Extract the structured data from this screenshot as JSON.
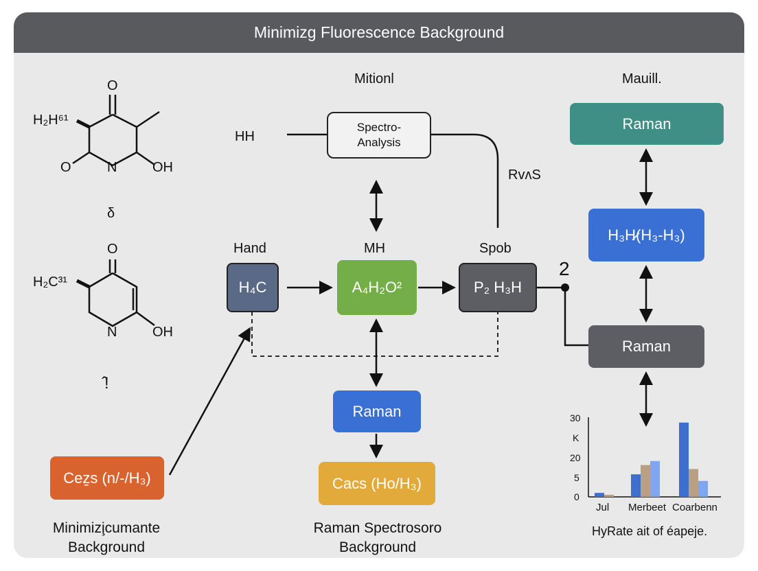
{
  "title": "Minimizg Fluorescence Background",
  "headers": {
    "center": "Mitionl",
    "right": "Mauill."
  },
  "labels": {
    "hh": "HH",
    "rvs": "RvʌS",
    "hand": "Hand",
    "mh": "MH",
    "spob": "Spob",
    "two": "2"
  },
  "boxes": {
    "spectro": "Spectro-\nAnalysis",
    "h4c": "H₄C",
    "a4h2o2": "A₄H₂O²",
    "p2h3h": "P₂ H₃H",
    "raman_center": "Raman",
    "cacs": "Cacs (Ho/H₃)",
    "cezs": "Ceẕs (n/-/H₃)",
    "raman_top": "Raman",
    "h3h": "H₃H̷(H₃-H₃)",
    "raman_mid": "Raman"
  },
  "colors": {
    "title_bar": "#585a5e",
    "panel": "#e9e9ea",
    "teal": "#3f8f86",
    "blue": "#3a6fd4",
    "slate": "#5a6a86",
    "green": "#74ae48",
    "dark": "#5c5e63",
    "orange": "#d9632e",
    "yellow": "#e2aa3b",
    "bar_blue": "#3e6fcf",
    "bar_tan": "#b9a085",
    "bar_light": "#7fa6ef"
  },
  "molecules": {
    "m1_top_o": "O",
    "m1_left": "H₂H⁶¹",
    "m1_o": "O",
    "m1_n": "N",
    "m1_oh": "OH",
    "sym1": "δ",
    "m2_top_o": "O",
    "m2_left": "H₂C³¹",
    "m2_n": "N",
    "m2_oh": "OH",
    "sym2": "̂!"
  },
  "captions": {
    "left_line1": "Minimizi̧cumante",
    "left_line2": "Background",
    "center_line1": "Raman Spectrosoro",
    "center_line2": "Background"
  },
  "chart_data": {
    "type": "bar",
    "categories": [
      "Jul",
      "Merbeet",
      "Coarbenn"
    ],
    "series": [
      {
        "values": [
          1.5,
          8.5,
          28
        ]
      },
      {
        "values": [
          0.8,
          12,
          10.5
        ]
      },
      {
        "values": [
          0,
          13.5,
          6
        ]
      }
    ],
    "y_tick_labels": [
      "30",
      "K",
      "20",
      "5",
      "0"
    ],
    "ylim": [
      0,
      30
    ],
    "caption": "HyRate ait of éapeje."
  }
}
